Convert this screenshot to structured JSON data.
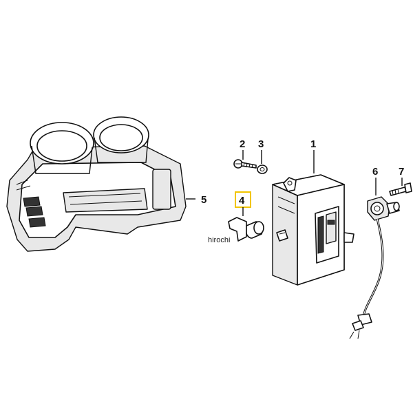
{
  "diagram": {
    "callouts": [
      {
        "id": "1",
        "label": "1"
      },
      {
        "id": "2",
        "label": "2"
      },
      {
        "id": "3",
        "label": "3"
      },
      {
        "id": "4",
        "label": "4",
        "highlighted": true
      },
      {
        "id": "5",
        "label": "5"
      },
      {
        "id": "6",
        "label": "6"
      },
      {
        "id": "7",
        "label": "7"
      }
    ],
    "highlight_color": "#f2c500",
    "watermark": "hirochi"
  }
}
